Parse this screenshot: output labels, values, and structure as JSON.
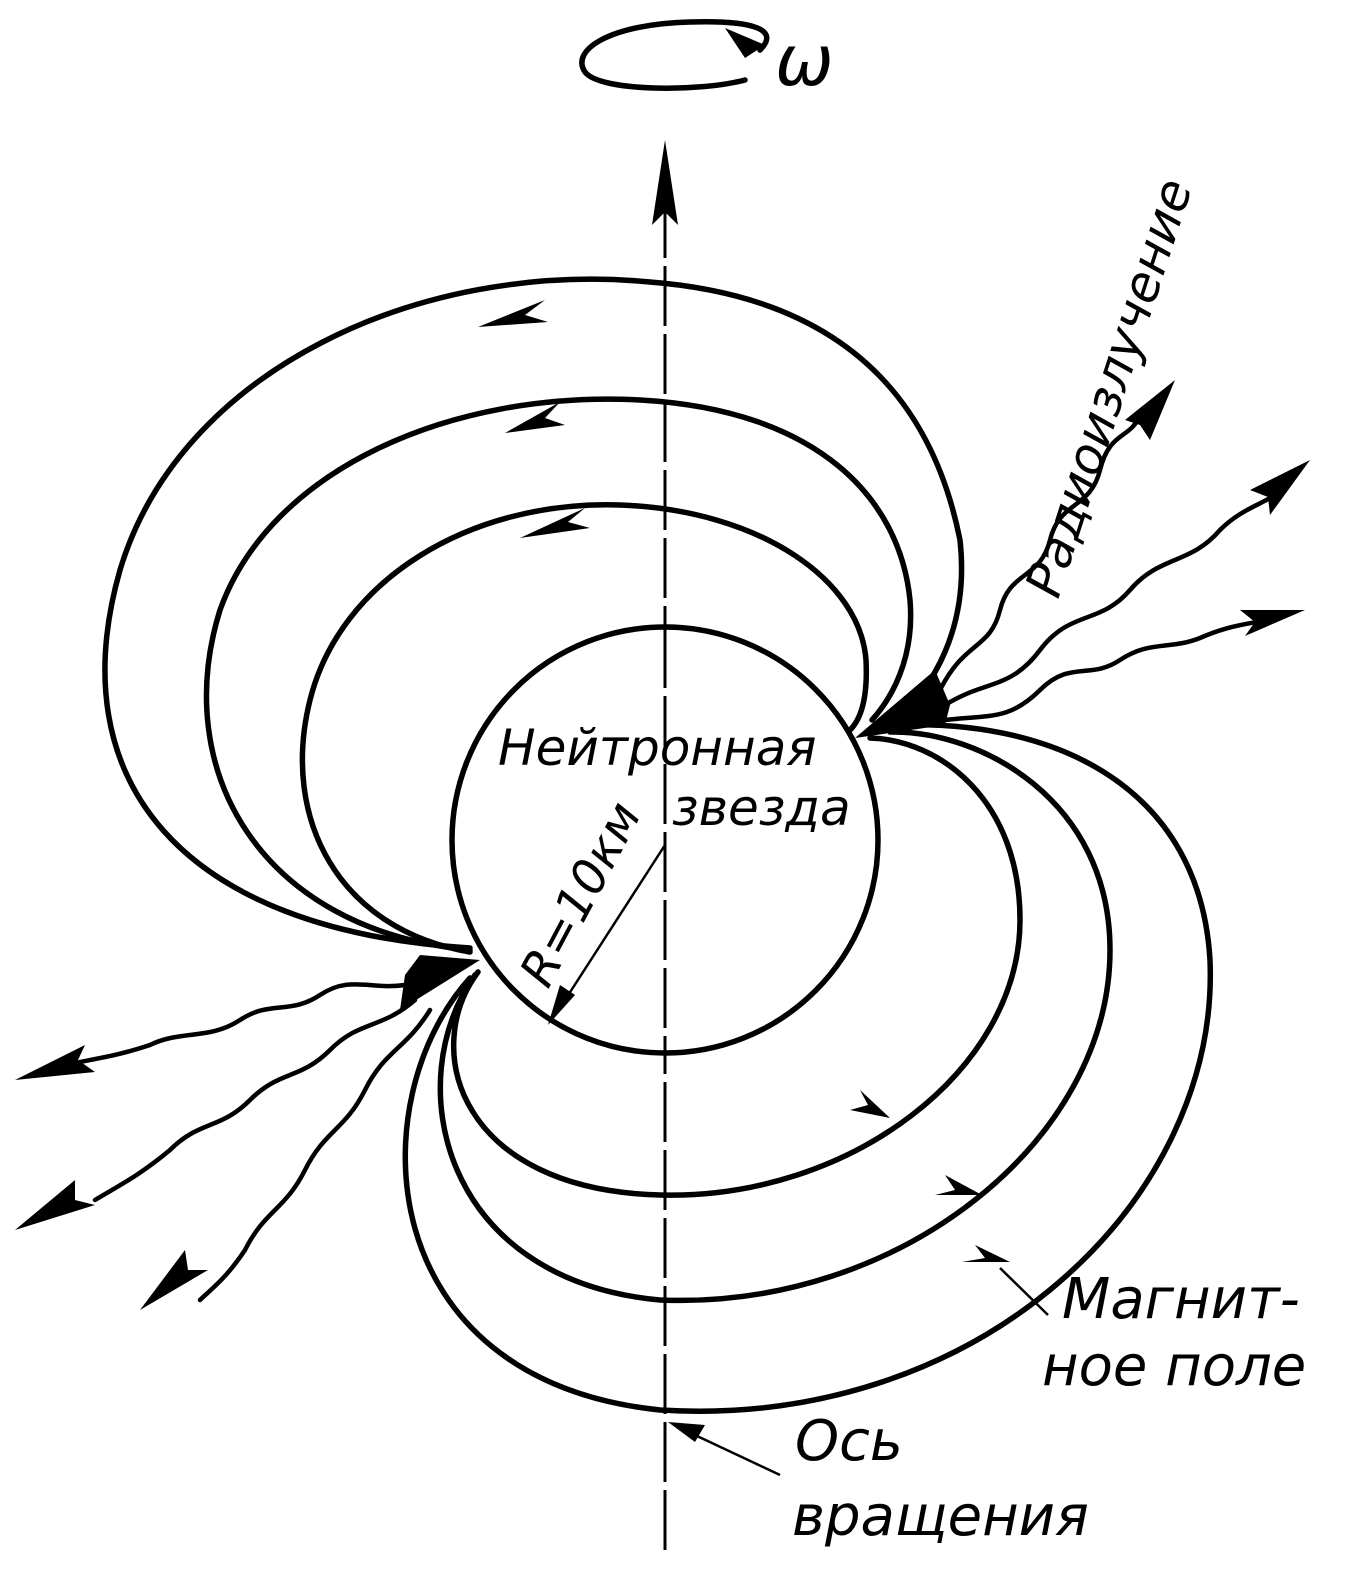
{
  "labels": {
    "omega": "ω",
    "star_line1": "Нейтронная",
    "star_line2": "звезда",
    "radius": "R=10км",
    "radio": "Радиоизлучение",
    "field_line1": "Магнит-",
    "field_line2": "ное поле",
    "axis_line1": "Ось",
    "axis_line2": "вращения"
  },
  "colors": {
    "ink": "#000000",
    "paper": "#ffffff"
  }
}
